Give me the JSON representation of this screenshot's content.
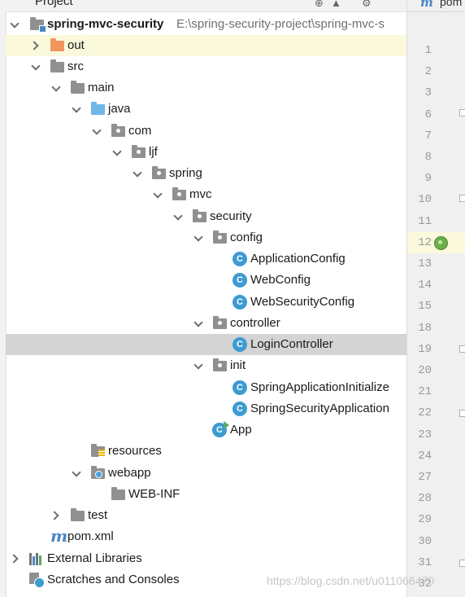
{
  "panel": {
    "title": "Project"
  },
  "tree": {
    "root": {
      "label": "spring-mvc-security",
      "path": "E:\\spring-security-project\\spring-mvc-s"
    },
    "out": "out",
    "src": "src",
    "main": "main",
    "java": "java",
    "com": "com",
    "ljf": "ljf",
    "spring": "spring",
    "mvc": "mvc",
    "security": "security",
    "config": "config",
    "application_config": "ApplicationConfig",
    "web_config": "WebConfig",
    "web_security_config": "WebSecurityConfig",
    "controller": "controller",
    "login_controller": "LoginController",
    "init": "init",
    "spring_application_initializer": "SpringApplicationInitialize",
    "spring_security_application": "SpringSecurityApplication",
    "app": "App",
    "resources": "resources",
    "webapp": "webapp",
    "web_inf": "WEB-INF",
    "test": "test",
    "pom": "pom.xml",
    "external_libraries": "External Libraries",
    "scratches": "Scratches and Consoles"
  },
  "editor": {
    "tab_label": "pom",
    "line_numbers": [
      "1",
      "2",
      "3",
      "6",
      "7",
      "8",
      "9",
      "10",
      "11",
      "12",
      "13",
      "14",
      "15",
      "18",
      "19",
      "20",
      "21",
      "22",
      "23",
      "24",
      "27",
      "28",
      "29",
      "30",
      "31",
      "32"
    ]
  },
  "watermark": "https://blog.csdn.net/u011066470"
}
